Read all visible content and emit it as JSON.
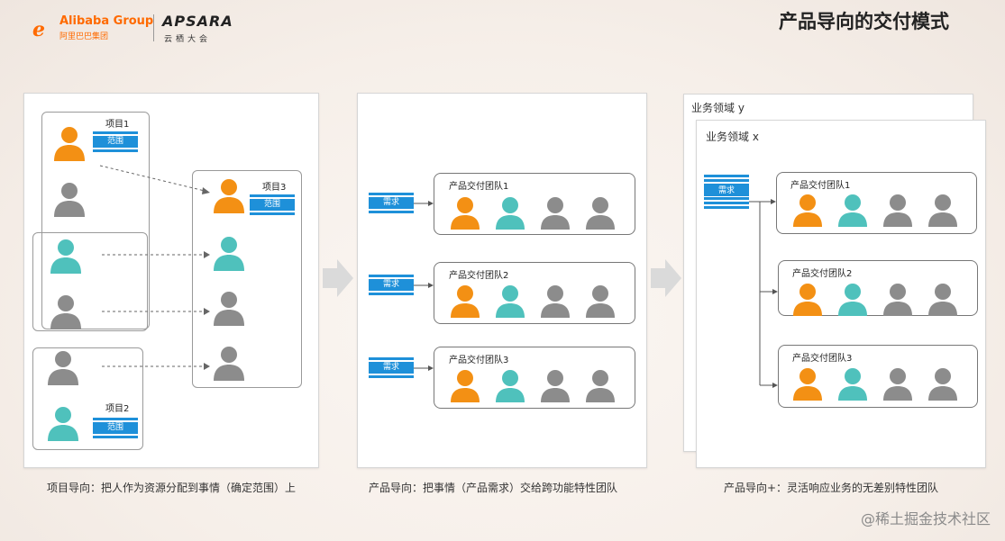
{
  "brand": {
    "alibaba_name": "Alibaba Group",
    "alibaba_cn": "阿里巴巴集团",
    "apsara_name": "APSARA",
    "apsara_cn": "云栖大会"
  },
  "title": "产品导向的交付模式",
  "colors": {
    "orange": "#f39014",
    "teal": "#4fc1bc",
    "gray": "#8c8c8c",
    "blue": "#1e90d9"
  },
  "panel1": {
    "project1_label": "项目1",
    "project2_label": "项目2",
    "project3_label": "项目3",
    "scope_label": "范围",
    "caption": "项目导向：把人作为资源分配到事情（确定范围）上"
  },
  "panel2": {
    "demand_label": "需求",
    "teams": [
      "产品交付团队1",
      "产品交付团队2",
      "产品交付团队3"
    ],
    "caption": "产品导向：把事情（产品需求）交给跨功能特性团队"
  },
  "panel3": {
    "domain_y": "业务领域 y",
    "domain_x": "业务领域 x",
    "demand_label": "需求",
    "teams": [
      "产品交付团队1",
      "产品交付团队2",
      "产品交付团队3"
    ],
    "caption": "产品导向+：灵活响应业务的无差别特性团队"
  },
  "watermark": "@稀土掘金技术社区"
}
